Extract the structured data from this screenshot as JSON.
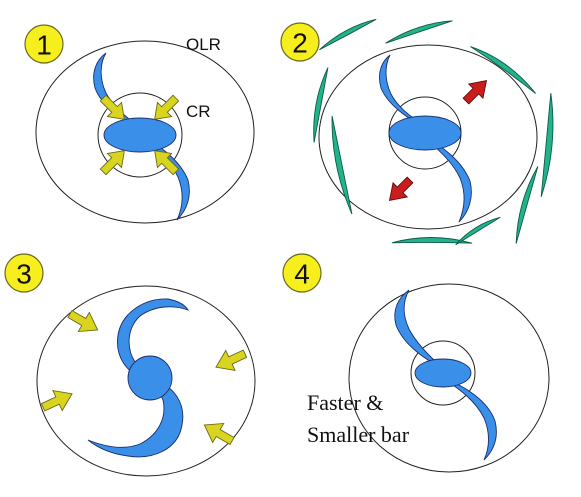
{
  "panels": [
    {
      "number": "1"
    },
    {
      "number": "2"
    },
    {
      "number": "3"
    },
    {
      "number": "4"
    }
  ],
  "labels": {
    "olr": "OLR",
    "cr": "CR",
    "caption_line1": "Faster &",
    "caption_line2": "Smaller bar"
  },
  "colors": {
    "spiral_arm": "#3a8fe8",
    "outer_arm": "#20b38c",
    "inflow_arrow": "#d8d420",
    "outflow_arrow": "#cc1d1d",
    "number_badge": "#f7ee1e"
  }
}
